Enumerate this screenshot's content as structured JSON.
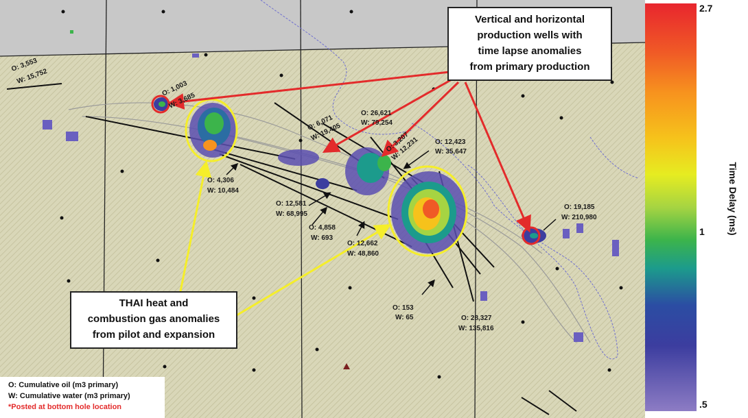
{
  "map": {
    "well_labels": [
      {
        "oil": "O: 3,553",
        "water": "W: 15,752"
      },
      {
        "oil": "O: 1,003",
        "water": "W: 3,685"
      },
      {
        "oil": "O: 6,071",
        "water": "W: 19,405"
      },
      {
        "oil": "O: 26,621",
        "water": "W: 79,254"
      },
      {
        "oil": "O: 3,207",
        "water": "W: 12,231"
      },
      {
        "oil": "O: 12,423",
        "water": "W: 35,647"
      },
      {
        "oil": "O: 4,306",
        "water": "W: 10,484"
      },
      {
        "oil": "O: 12,581",
        "water": "W: 68,995"
      },
      {
        "oil": "O: 4,858",
        "water": "W: 693"
      },
      {
        "oil": "O: 12,662",
        "water": "W: 48,860"
      },
      {
        "oil": "O: 19,185",
        "water": "W: 210,980"
      },
      {
        "oil": "O: 153",
        "water": "W: 65"
      },
      {
        "oil": "O: 28,327",
        "water": "W: 135,816"
      }
    ]
  },
  "callouts": {
    "production": [
      "Vertical and horizontal",
      "production wells with",
      "time lapse anomalies",
      "from primary production"
    ],
    "thai": [
      "THAI heat and",
      "combustion gas anomalies",
      "from pilot and expansion"
    ]
  },
  "legend": {
    "oil": "O: Cumulative oil (m3 primary)",
    "water": "W: Cumulative water (m3 primary)",
    "note": "*Posted at bottom hole location"
  },
  "colorbar": {
    "title": "Time Delay (ms)",
    "max": "2.7",
    "mid": "1",
    "min": ".5"
  },
  "colors": {
    "background": "#d9d7b8",
    "outside_area": "#c8c8c8",
    "callout_arrow_red": "#e32b2b",
    "callout_arrow_yellow": "#f5ee2a"
  }
}
